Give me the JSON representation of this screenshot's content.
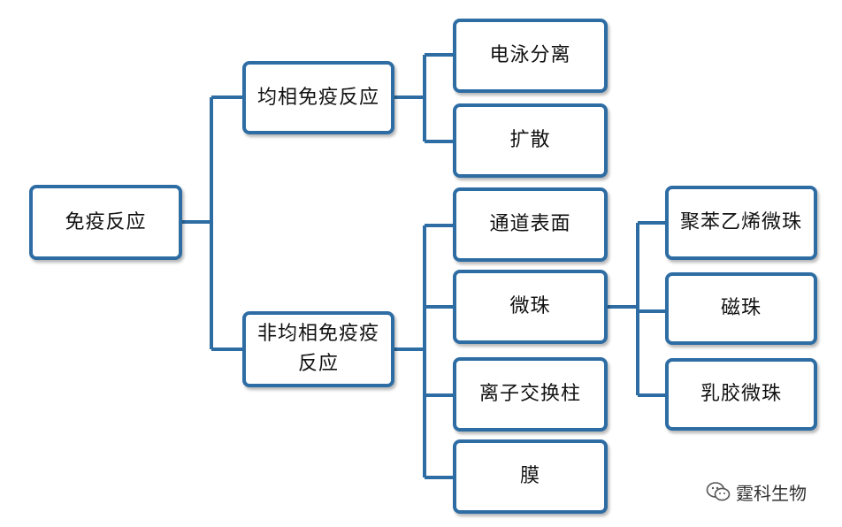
{
  "diagram": {
    "root": "免疫反应",
    "homogeneous": {
      "label": "均相免疫反应",
      "children": [
        "电泳分离",
        "扩散"
      ]
    },
    "heterogeneous": {
      "label_line1": "非均相免疫疫",
      "label_line2": "反应",
      "children": [
        "通道表面",
        "微珠",
        "离子交换柱",
        "膜"
      ]
    },
    "microbeads": {
      "children": [
        "聚苯乙烯微珠",
        "磁珠",
        "乳胶微珠"
      ]
    }
  },
  "watermark": {
    "text": "霆科生物",
    "icon": "wechat-icon"
  },
  "colors": {
    "line": "#2e6da4",
    "border": "#2e6da4"
  }
}
